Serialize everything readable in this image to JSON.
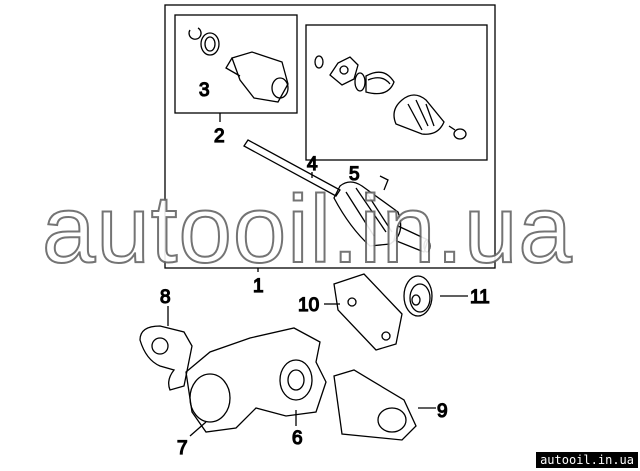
{
  "diagram": {
    "callouts": [
      "1",
      "2",
      "3",
      "4",
      "5",
      "6",
      "7",
      "8",
      "9",
      "10",
      "11"
    ],
    "watermark": "autooil.in.ua",
    "site_label": "autooil.in.ua",
    "line_color": "#000000"
  }
}
